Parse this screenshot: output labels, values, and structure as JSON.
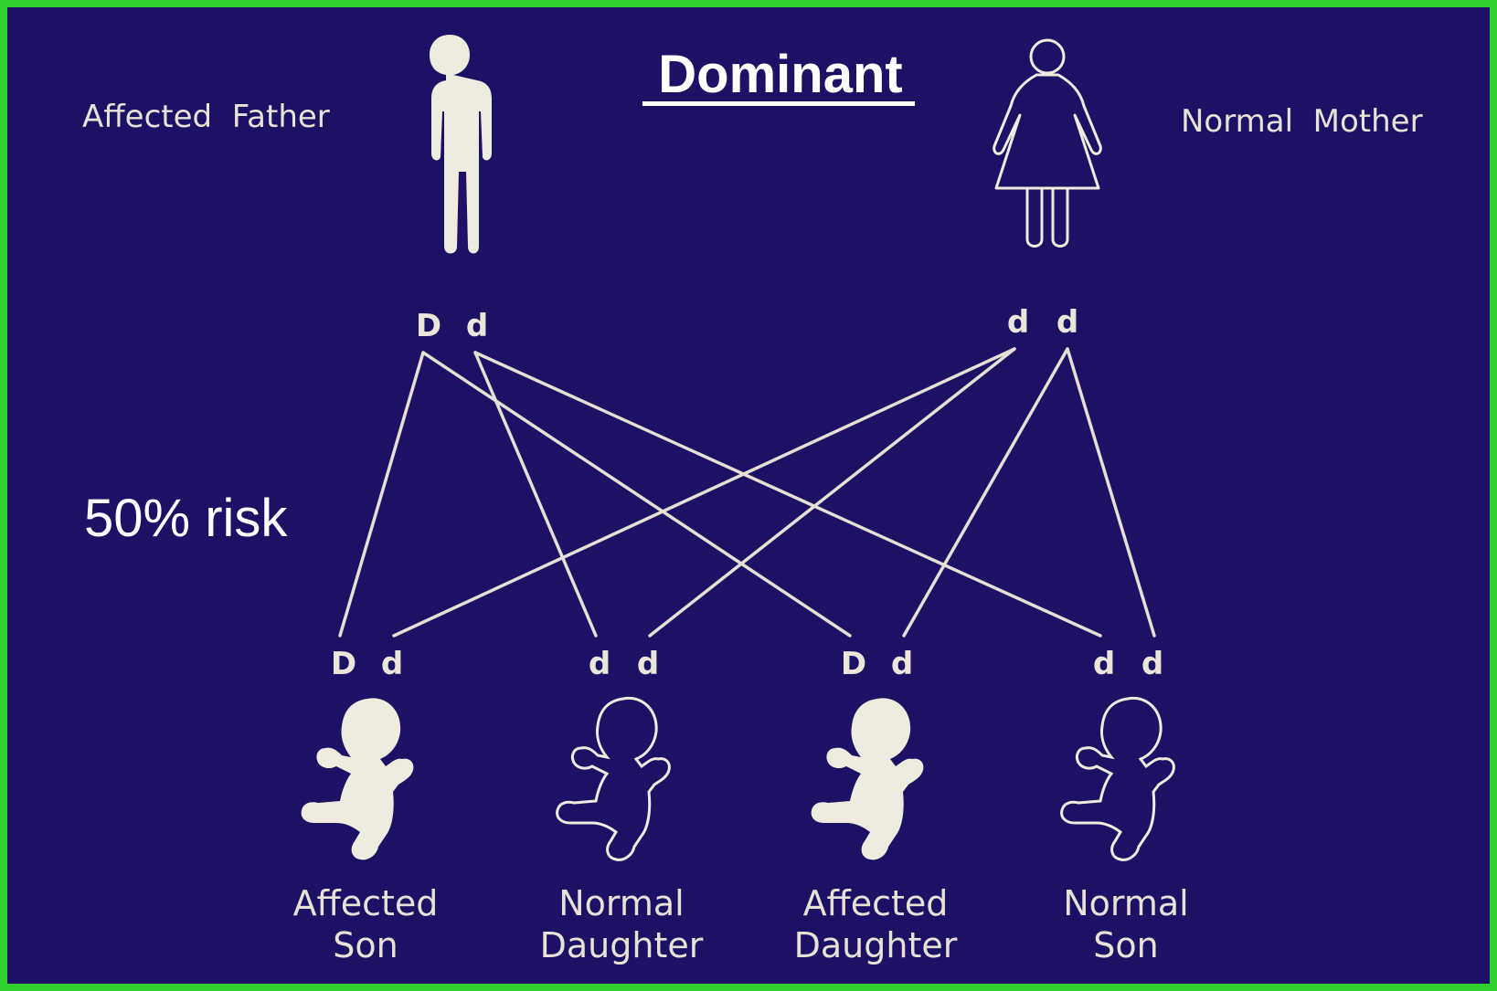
{
  "title": "Dominant",
  "risk_label": "50% risk",
  "parents": {
    "father": {
      "label": "Affected  Father",
      "alleles": [
        "D",
        "d"
      ],
      "affected": true
    },
    "mother": {
      "label": "Normal  Mother",
      "alleles": [
        "d",
        "d"
      ],
      "affected": false
    }
  },
  "children": [
    {
      "line1": "Affected",
      "line2": "Son",
      "alleles": [
        "D",
        "d"
      ],
      "affected": true
    },
    {
      "line1": "Normal",
      "line2": "Daughter",
      "alleles": [
        "d",
        "d"
      ],
      "affected": false
    },
    {
      "line1": "Affected",
      "line2": "Daughter",
      "alleles": [
        "D",
        "d"
      ],
      "affected": true
    },
    {
      "line1": "Normal",
      "line2": "Son",
      "alleles": [
        "d",
        "d"
      ],
      "affected": false
    }
  ],
  "colors": {
    "background": "#1c1164",
    "border": "#2ed02a",
    "figure": "#f0ebdf",
    "lines": "#e6e0d4"
  }
}
